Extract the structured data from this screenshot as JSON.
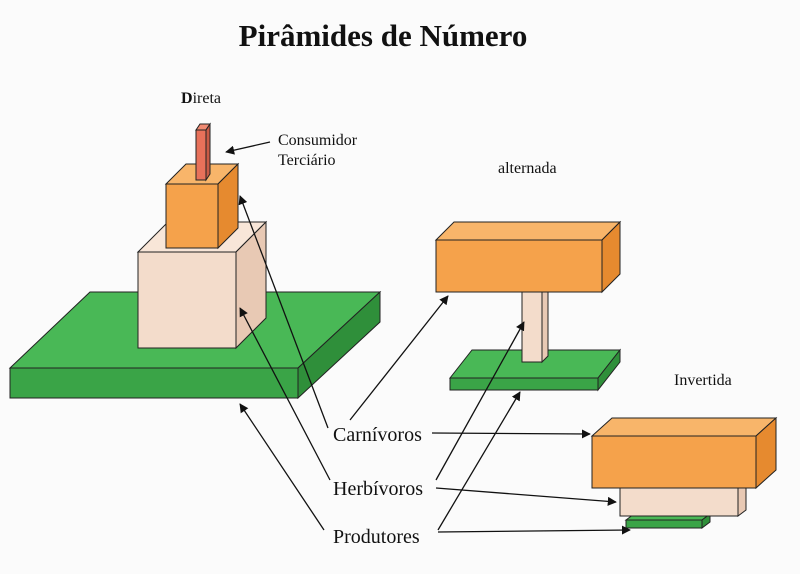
{
  "title": "Pirâmides de Número",
  "pyramids": {
    "direta": "Direta",
    "alternada": "alternada",
    "invertida": "Invertida"
  },
  "labels": {
    "consumidor_line1": "Consumidor",
    "consumidor_line2": "Terciário",
    "carnivoros": "Carnívoros",
    "herbivoros": "Herbívoros",
    "produtores": "Produtores"
  },
  "colors": {
    "producer": "#3fae49",
    "herbivore": "#f4dccb",
    "carnivore": "#f5a24b",
    "tertiary": "#e8715a",
    "background": "#fbfbfb"
  }
}
